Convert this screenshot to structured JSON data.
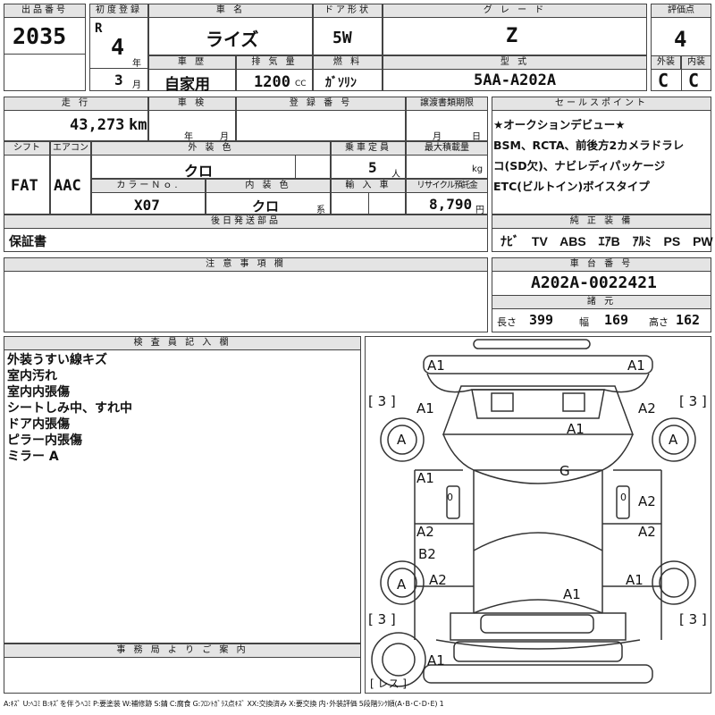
{
  "header": {
    "lot_label": "出品番号",
    "lot_no": "2035",
    "first_reg_label": "初度登録",
    "era": "R",
    "reg_year": "4",
    "year_unit": "年",
    "reg_month": "3",
    "month_unit": "月",
    "car_name_label": "車 名",
    "car_name": "ライズ",
    "door_label": "ドア形状",
    "door": "5W",
    "grade_label": "グ レ ー ド",
    "grade": "Z",
    "score_label": "評価点",
    "score": "4",
    "history_label": "車 歴",
    "history": "自家用",
    "displacement_label": "排 気 量",
    "displacement": "1200",
    "cc": "CC",
    "fuel_label": "燃 料",
    "fuel": "ｶﾞｿﾘﾝ",
    "model_label": "型 式",
    "model": "5AA-A202A",
    "ext_label": "外装",
    "ext_grade": "C",
    "int_label": "内装",
    "int_grade": "C"
  },
  "row2": {
    "mileage_label": "走 行",
    "mileage": "43,273",
    "km": "km",
    "inspection_label": "車 検",
    "insp_year": "年",
    "insp_month": "月",
    "reg_no_label": "登 録 番 号",
    "transfer_label": "譲渡書類期限",
    "transfer_month": "月",
    "transfer_day": "日",
    "shift_label": "シフト",
    "shift": "FAT",
    "ac_label": "エアコン",
    "ac": "AAC",
    "ext_color_label": "外 装 色",
    "ext_color": "クロ",
    "capacity_label": "乗車定員",
    "capacity": "5",
    "person": "人",
    "max_load_label": "最大積載量",
    "kg": "kg",
    "color_no_label": "カラーＮｏ.",
    "color_no": "X07",
    "int_color_label": "内 装 色",
    "int_color": "クロ",
    "kei": "系",
    "import_label": "輸 入 車",
    "recycle_label": "リサイクル預託金",
    "recycle": "8,790",
    "yen": "円"
  },
  "sales_point": {
    "label": "セールスポイント",
    "lines": [
      "★オークションデビュー★",
      "BSM、RCTA、前後方2カメラドラレ",
      "コ(SD欠)、ナビレディパッケージ",
      "ETC(ビルトイン)ボイスタイプ"
    ]
  },
  "later_parts": {
    "label": "後日発送部品",
    "text": "保証書"
  },
  "equipment": {
    "label": "純 正 装 備",
    "items": [
      "ﾅﾋﾞ",
      "TV",
      "ABS",
      "ｴｱB",
      "ｱﾙﾐ",
      "PS",
      "PW"
    ]
  },
  "notes": {
    "label": "注 意 事 項 欄"
  },
  "chassis": {
    "label": "車 台 番 号",
    "number": "A202A-0022421"
  },
  "dims": {
    "label": "諸 元",
    "length_label": "長さ",
    "length": "399",
    "width_label": "幅",
    "width": "169",
    "height_label": "高さ",
    "height": "162"
  },
  "inspector": {
    "label": "検 査 員 記 入 欄",
    "lines": [
      "外装うすい線キズ",
      "室内汚れ",
      "室内内張傷",
      "シートしみ中、すれ中",
      "ドア内張傷",
      "ピラー内張傷",
      "ミラー A"
    ]
  },
  "office": {
    "label": "事 務 局 よ り ご 案 内"
  },
  "diagram": {
    "tire_fl": "[ 3 ]",
    "tire_fr": "[ 3 ]",
    "tire_rl": "[ 3 ]",
    "tire_rr": "[ 3 ]",
    "spare": "[ レス ]",
    "marks": [
      "A1",
      "A1",
      "A1",
      "A2",
      "A",
      "A",
      "A1",
      "G",
      "A1",
      "A2",
      "A2",
      "A2",
      "B2",
      "A",
      "A2",
      "A1",
      "A1",
      "A1",
      "0",
      "0"
    ]
  },
  "legend": "A:ｷｽﾞ U:ﾍｺﾐ B:ｷｽﾞを伴うﾍｺﾐ P:要塗装 W:補修跡 S:錆 C:腐食 G:ﾌﾛﾝﾄｶﾞﾗｽ点ｷｽﾞ XX:交換済み X:要交換 内･外装評価 5段階ﾗﾝｸ順(A･B･C･D･E) 1"
}
